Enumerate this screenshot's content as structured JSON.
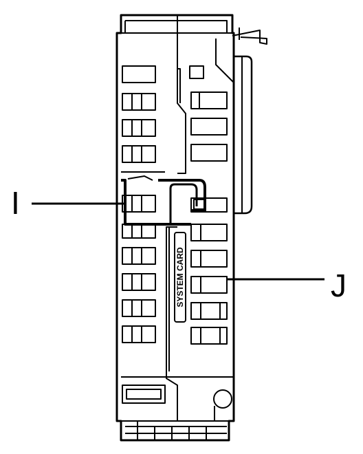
{
  "callouts": {
    "i": "I",
    "j": "J"
  },
  "device": {
    "card_slot_label": "SYSTEM CARD"
  },
  "colors": {
    "line": "#000000",
    "background": "#ffffff"
  }
}
